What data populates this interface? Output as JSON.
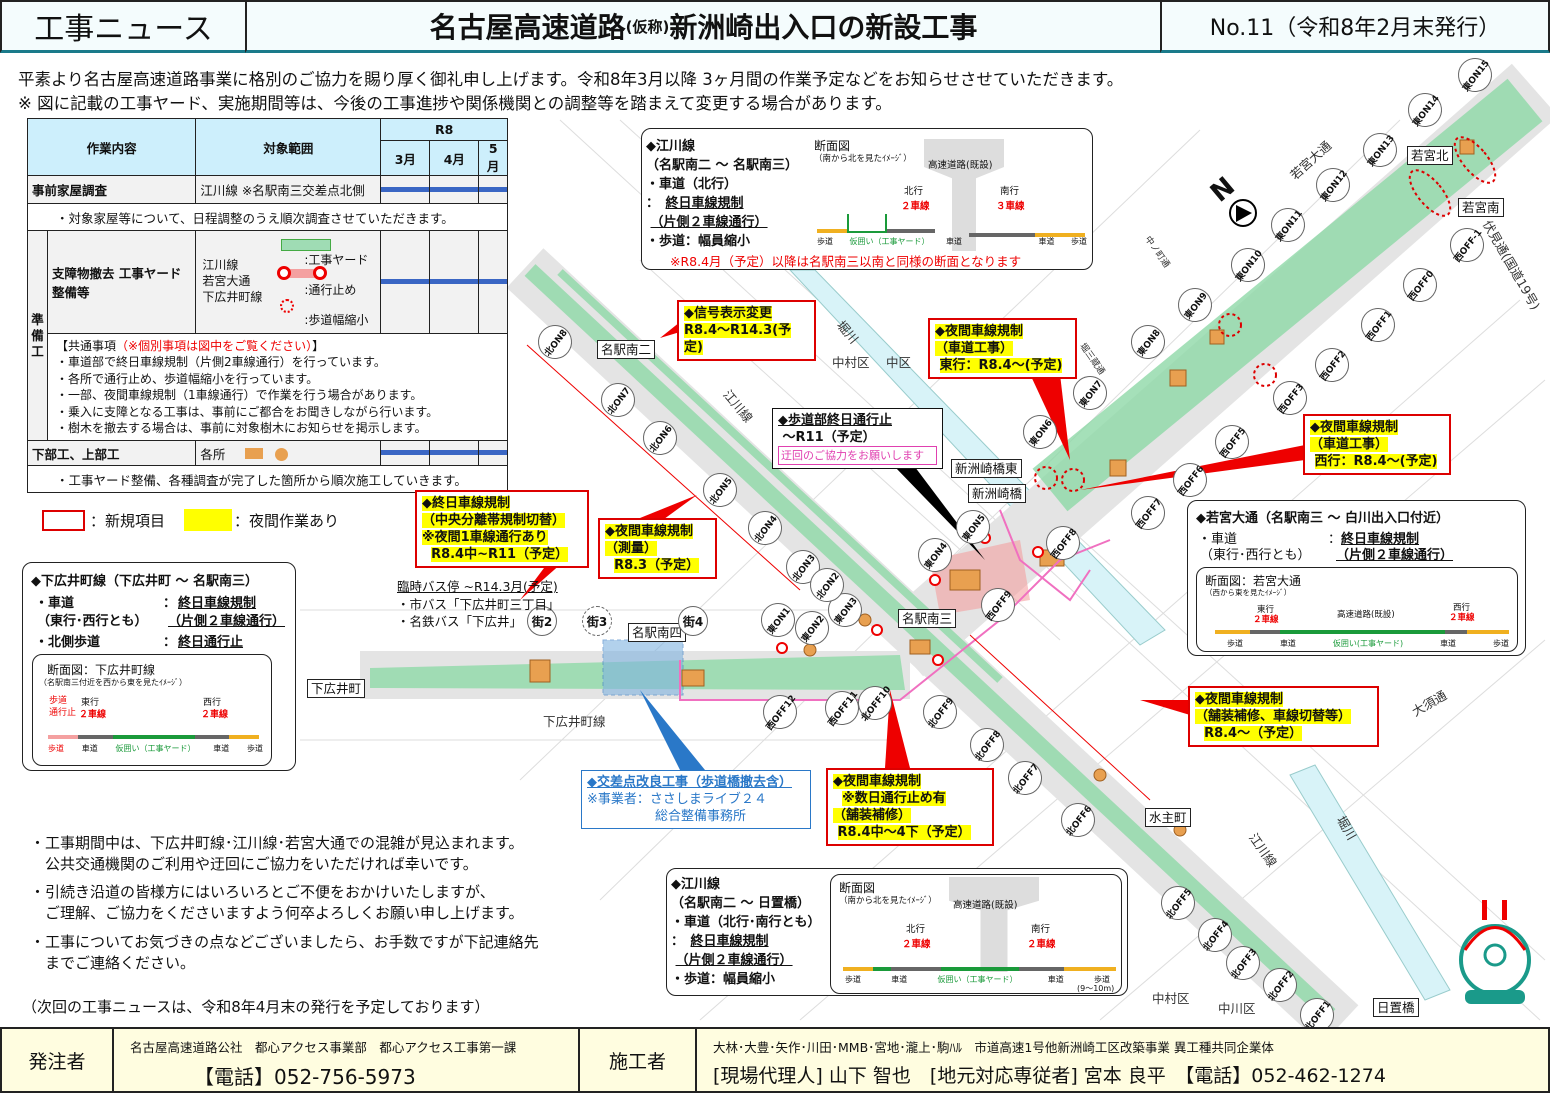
{
  "header": {
    "series": "工事ニュース",
    "title_pre": "名古屋高速道路",
    "title_kasho": "(仮称)",
    "title_post": "新洲崎出入口の新設工事",
    "issue": "No.11（令和8年2月末発行）"
  },
  "intro": [
    "平素より名古屋高速道路事業に格別のご協力を賜り厚く御礼申し上げます。令和8年3月以降 3ヶ月間の作業予定などをお知らせさせていただきます。",
    "※ 図に記載の工事ヤード、実施期間等は、今後の工事進捗や関係機関との調整等を踏まえて変更する場合があります。"
  ],
  "schedule": {
    "headers": {
      "work": "作業内容",
      "scope": "対象範囲",
      "year": "R8",
      "months": [
        "3月",
        "4月",
        "5月"
      ]
    },
    "rows": [
      {
        "work": "事前家屋調査",
        "scope": "江川線 ※名駅南三交差点北側",
        "bar_months": [
          "3月",
          "4月",
          "5月"
        ],
        "note": "・対象家屋等について、日程調整のうえ順次調査させていただきます。"
      },
      {
        "group": "準備工",
        "work": "支障物撤去 工事ヤード整備等",
        "scope_lines": [
          "江川線",
          "若宮大通",
          "下広井町線"
        ],
        "legend": [
          ":工事ヤード",
          ":通行止め",
          ":歩道幅縮小"
        ],
        "bar_months": [
          "3月",
          "4月",
          "5月"
        ],
        "common_title": "【共通事項",
        "common_red": "（※個別事項は図中をご覧ください）",
        "common_close": "】",
        "common": [
          "・車道部で終日車線規制（片側2車線通行）を行っています。",
          "・各所で通行止め、歩道幅縮小を行っています。",
          "・一部、夜間車線規制（1車線通行）で作業を行う場合があります。",
          "・乗入に支障となる工事は、事前にご都合をお聞きしながら行います。",
          "・樹木を撤去する場合は、事前に対象樹木にお知らせを掲示します。"
        ]
      },
      {
        "work": "下部工、上部工",
        "scope": "各所",
        "bar_months": [
          "3月",
          "4月",
          "5月"
        ],
        "note": "・工事ヤード整備、各種調査が完了した箇所から順次施工していきます。"
      }
    ]
  },
  "legend": {
    "new_item": "：新規項目",
    "night_work": "：夜間作業あり",
    "colors": {
      "new": "#d00000",
      "night": "#ffff00",
      "yard": "#9fdcb4",
      "piece": "#e8a050"
    }
  },
  "shimohiroi_card": {
    "title": "◆下広井町線（下広井町 ～ 名駅南三）",
    "l1a": "・車道",
    "l1b": "（東行･西行とも）",
    "l1c": "：",
    "r1a": "終日車線規制",
    "r1b": "（片側２車線通行）",
    "l2a": "・北側歩道",
    "l2c": "：",
    "r2a": "終日通行止",
    "section_title": "断面図：下広井町線",
    "section_sub": "（名駅南三付近を西から東を見たｲﾒｰｼﾞ）",
    "sidewalk_closed": "歩道 通行止",
    "east": "東行",
    "west": "西行",
    "lanes": "２車線",
    "bottom": [
      "歩道",
      "車道",
      "仮囲い（工事ヤード）",
      "車道",
      "歩道"
    ]
  },
  "bottom_text": [
    "・工事期間中は、下広井町線･江川線･若宮大通での混雑が見込まれます。",
    "　公共交通機関のご利用や迂回にご協力をいただければ幸いです。",
    "・引続き沿道の皆様方にはいろいろとご不便をおかけいたしますが、",
    "　ご理解、ご協力をくださいますよう何卒よろしくお願い申し上げます。",
    "・工事についてお気づきの点などございましたら、お手数ですが下記連絡先",
    "　までご連絡ください。",
    "（次回の工事ニュースは、令和8年4月末の発行を予定しております）"
  ],
  "ekawa_top": {
    "title": "◆江川線",
    "range": "（名駅南二 ～ 名駅南三）",
    "l1": "・車道（北行）",
    "l2c": "：",
    "l2": "終日車線規制",
    "l3": "（片側２車線通行）",
    "l4": "・歩道：幅員縮小",
    "sec": "断面図",
    "sec_sub": "（南から北を見たｲﾒｰｼﾞ）",
    "exp": "高速道路(既設)",
    "north": "北行",
    "north_lanes": "２車線",
    "south": "南行",
    "south_lanes": "３車線",
    "bottom": [
      "歩道",
      "仮囲い（工事ヤード）",
      "車道",
      "車道",
      "歩道"
    ],
    "note": "※R8.4月（予定）以降は名駅南三以南と同様の断面となります"
  },
  "ekawa_bottom": {
    "title": "◆江川線",
    "range": "（名駅南二 ～ 日置橋）",
    "l1": "・車道（北行･南行とも）",
    "l2c": "：",
    "l2": "終日車線規制",
    "l3": "（片側２車線通行）",
    "l4": "・歩道：幅員縮小",
    "sec": "断面図",
    "sec_sub": "（南から北を見たｲﾒｰｼﾞ）",
    "exp": "高速道路(既設)",
    "north": "北行",
    "north_lanes": "２車線",
    "south": "南行",
    "south_lanes": "２車線",
    "bottom": [
      "歩道",
      "車道",
      "仮囲い（工事ヤード）",
      "車道",
      "歩道"
    ],
    "width_note": "(9～10m)"
  },
  "wakamiya_card": {
    "title": "◆若宮大通（名駅南三 ～ 白川出入口付近）",
    "l1a": "・車道",
    "l1b": "（東行･西行とも）",
    "l1c": "：",
    "r1a": "終日車線規制",
    "r1b": "（片側２車線通行）",
    "sec": "断面図：若宮大通",
    "sec_sub": "（西から東を見たｲﾒｰｼﾞ）",
    "exp": "高速道路(既設)",
    "east": "東行",
    "west": "西行",
    "lanes": "２車線",
    "bottom": [
      "歩道",
      "車道",
      "仮囲い(工事ヤード)",
      "車道",
      "歩道"
    ]
  },
  "callouts": {
    "signal": [
      "◆信号表示変更",
      "R8.4～R14.3(予定)"
    ],
    "night_east": [
      "◆夜間車線規制",
      "（車道工事）",
      "東行：R8.4～(予定)"
    ],
    "sidewalk": [
      "◆歩道部終日通行止",
      "～R11（予定）",
      "迂回のご協力をお願いします"
    ],
    "night_west": [
      "◆夜間車線規制",
      "（車道工事）",
      "西行：R8.4～(予定)"
    ],
    "median": [
      "◆終日車線規制",
      "（中央分離帯規制切替）",
      "※夜間1車線通行あり",
      "R8.4中~R11（予定）"
    ],
    "survey": [
      "◆夜間車線規制",
      "（測量）",
      "R8.3（予定）"
    ],
    "paving_switch": [
      "◆夜間車線規制",
      "（舗装補修、車線切替等）",
      "R8.4～（予定）"
    ],
    "intersection": [
      "◆交差点改良工事（歩道橋撤去含）",
      "※事業者：ささしまライブ２４",
      "総合整備事務所"
    ],
    "paving": [
      "◆夜間車線規制",
      "※数日通行止め有",
      "（舗装補修）",
      "R8.4中～4下（予定）"
    ]
  },
  "bus": {
    "title": "臨時バス停 ~R14.3月(予定)",
    "items": [
      "・市バス「下広井町三丁目」",
      "・名鉄バス「下広井」"
    ]
  },
  "place_labels": [
    "名駅南二",
    "新洲崎橋東",
    "新洲崎橋",
    "名駅南三",
    "名駅南四",
    "下広井町",
    "水主町",
    "日置橋",
    "若宮北",
    "若宮南"
  ],
  "map_text": [
    "中村区",
    "中区",
    "堀川",
    "江川線",
    "下広井町線",
    "若宮大通",
    "大須通",
    "伏見通(国道19号)",
    "中村区",
    "中川区",
    "堀川",
    "江川線",
    "中ノ町通",
    "堀三蔵通"
  ],
  "street_markers": [
    "街2",
    "街3",
    "街4"
  ],
  "compass": "N",
  "markers": [
    "東ON15",
    "東ON14",
    "東ON13",
    "東ON12",
    "東ON11",
    "東ON10",
    "東ON9",
    "東ON8",
    "東ON7",
    "東ON6",
    "東ON5",
    "東ON4",
    "東ON3",
    "東ON2",
    "東ON1",
    "西OFF-1",
    "西OFF0",
    "西OFF1",
    "西OFF2",
    "西OFF3",
    "西OFF5",
    "西OFF6",
    "西OFF7",
    "西OFF8",
    "西OFF9",
    "西OFF12",
    "西OFF11",
    "北OFF10",
    "北OFF9",
    "北OFF8",
    "北OFF7",
    "北OFF6",
    "北OFF5",
    "北OFF4",
    "北OFF3",
    "北OFF2",
    "北OFF1",
    "北ON8",
    "北ON7",
    "北ON6",
    "北ON5",
    "北ON4",
    "北ON3",
    "北ON2"
  ],
  "footer": {
    "client_label": "発注者",
    "client_org": "名古屋高速道路公社　都心アクセス事業部　都心アクセス工事第一課",
    "client_tel": "【電話】052-756-5973",
    "contractor_label": "施工者",
    "contractor_org": "大林･大豊･矢作･川田･MMB･宮地･瀧上･駒ﾊﾙ　市道高速1号他新洲崎工区改築事業 異工種共同企業体",
    "contractor_contact": "[現場代理人] 山下 智也　[地元対応専従者] 宮本 良平　【電話】052-462-1274"
  }
}
